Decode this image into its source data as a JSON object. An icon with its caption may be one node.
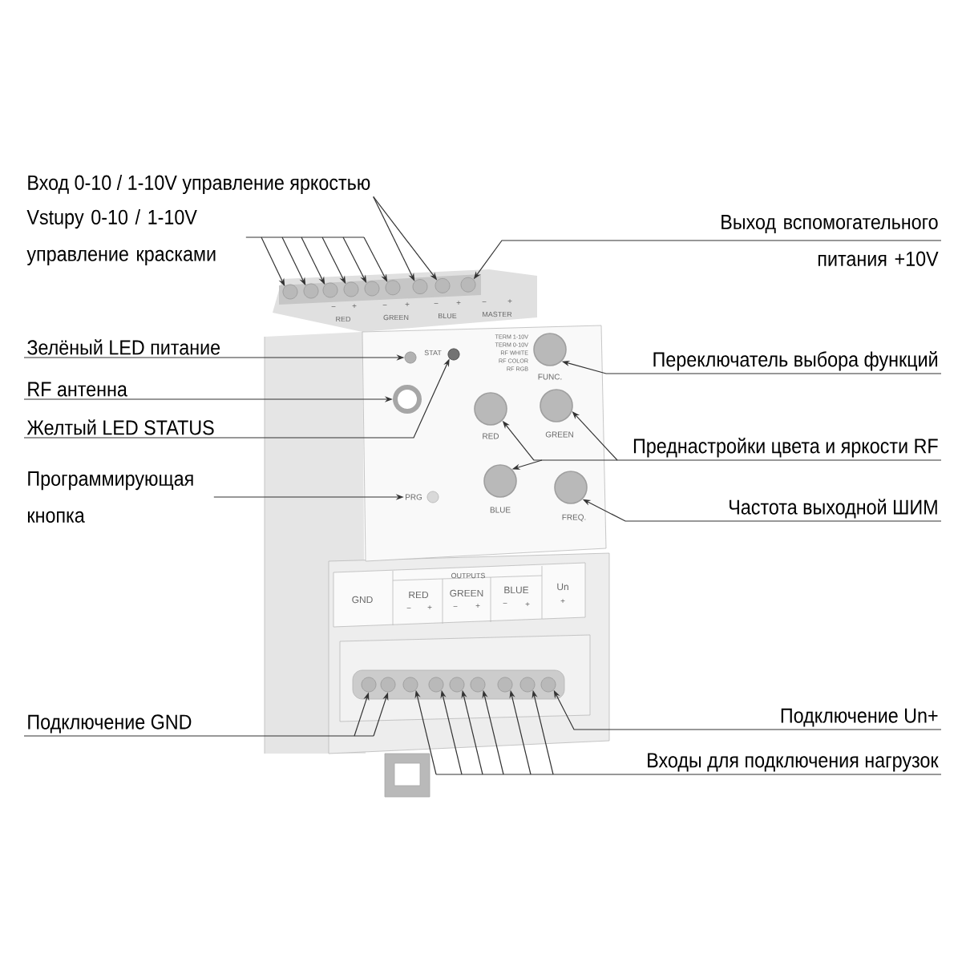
{
  "diagram": {
    "nodes": [
      {
        "text": [
          "Вход 0-10 / 1-10V управление яркостью"
        ]
      },
      {
        "text": [
          "Vstupy 0-10 / 1-10V управление красками"
        ]
      },
      {
        "text": [
          "Выход вспомогательного питания +10V"
        ]
      },
      {
        "text": [
          "Зелёный LED питание"
        ]
      },
      {
        "text": [
          "RF антенна"
        ]
      },
      {
        "text": [
          "Желтый LED STATUS"
        ]
      },
      {
        "text": [
          "Программирующая кнопка"
        ]
      },
      {
        "text": [
          "Переключатель выбора функций"
        ]
      },
      {
        "text": [
          "Преднастройки цвета и яркости RF"
        ]
      },
      {
        "text": [
          "Частота выходной ШИМ"
        ]
      },
      {
        "text": [
          "Подключение GND"
        ]
      },
      {
        "text": [
          "Подключение Un+"
        ]
      },
      {
        "text": [
          "Входы для подключения нагрузок"
        ]
      },
      {
        "text": [],
        "shape": "circle"
      },
      {
        "text": [],
        "shape": "circle"
      },
      {
        "text": [],
        "shape": "circle"
      },
      {
        "text": [],
        "shape": "circle"
      },
      {
        "text": [],
        "shape": "circle"
      },
      {
        "text": [],
        "shape": "circle"
      },
      {
        "text": [],
        "shape": "circle"
      },
      {
        "text": [],
        "shape": "circle"
      },
      {
        "text": [],
        "shape": "circle"
      },
      {
        "text": [],
        "shape": "circle"
      },
      {
        "text": [],
        "shape": "circle"
      },
      {
        "text": [],
        "shape": "circle"
      },
      {
        "text": [
          "PRG"
        ]
      },
      {
        "text": [],
        "shape": "circle"
      },
      {
        "text": [],
        "shape": "circle"
      },
      {
        "text": [],
        "shape": "circle"
      },
      {
        "text": [],
        "shape": "circle"
      },
      {
        "text": [],
        "shape": "circle"
      },
      {
        "text": [],
        "shape": "circle"
      },
      {
        "text": [],
        "shape": "circle"
      },
      {
        "text": [],
        "shape": "circle"
      },
      {
        "text": [],
        "shape": "circle"
      },
      {
        "text": [],
        "shape": "circle"
      },
      {
        "text": [],
        "shape": "circle"
      },
      {
        "text": [],
        "shape": "circle"
      },
      {
        "text": [],
        "shape": "circle"
      },
      {
        "text": [],
        "shape": "circle"
      }
    ],
    "edges": [
      {
        "from": 0,
        "to": 19,
        "arrow": "to"
      },
      {
        "from": 0,
        "to": 20,
        "arrow": "to"
      },
      {
        "from": 1,
        "to": 13,
        "arrow": "to"
      },
      {
        "from": 1,
        "to": 14,
        "arrow": "to"
      },
      {
        "from": 1,
        "to": 15,
        "arrow": "to"
      },
      {
        "from": 1,
        "to": 16,
        "arrow": "to"
      },
      {
        "from": 1,
        "to": 17,
        "arrow": "to"
      },
      {
        "from": 1,
        "to": 18,
        "arrow": "to"
      },
      {
        "from": 2,
        "to": 21,
        "arrow": "to"
      },
      {
        "from": 3,
        "to": 22,
        "arrow": "to"
      },
      {
        "from": 4,
        "to": 24,
        "arrow": "to"
      },
      {
        "from": 5,
        "to": 23,
        "arrow": "to"
      },
      {
        "from": 6,
        "to": 25,
        "arrow": "to"
      },
      {
        "from": 7,
        "to": 26,
        "arrow": "to"
      },
      {
        "from": 8,
        "to": 28,
        "arrow": "to"
      },
      {
        "from": 8,
        "to": 27,
        "arrow": "to"
      },
      {
        "from": 8,
        "to": 29,
        "arrow": "to"
      },
      {
        "from": 9,
        "to": 30,
        "arrow": "to"
      },
      {
        "from": 10,
        "to": 31,
        "arrow": "to"
      },
      {
        "from": 10,
        "to": 32,
        "arrow": "to"
      },
      {
        "from": 11,
        "to": 39,
        "arrow": "to"
      },
      {
        "from": 12,
        "to": 33,
        "arrow": "to"
      },
      {
        "from": 12,
        "to": 34,
        "arrow": "to"
      },
      {
        "from": 12,
        "to": 35,
        "arrow": "to"
      },
      {
        "from": 12,
        "to": 36,
        "arrow": "to"
      },
      {
        "from": 12,
        "to": 37,
        "arrow": "to"
      },
      {
        "from": 12,
        "to": 38,
        "arrow": "to"
      }
    ],
    "labels": [
      "−",
      "+",
      "RED",
      "−",
      "+",
      "GREEN",
      "−",
      "+",
      "BLUE",
      "−",
      "+",
      "MASTER",
      "STAT",
      "TERM 1-10V",
      "TERM 0-10V",
      "RF WHITE",
      "RF COLOR",
      "RF RGB",
      "FUNC.",
      "RED",
      "GREEN",
      "BLUE",
      "FREQ.",
      "OUTPUTS",
      "GND",
      "RED",
      "GREEN",
      "BLUE",
      "Un",
      "−",
      "+",
      "−",
      "+",
      "−",
      "+",
      "+"
    ]
  }
}
